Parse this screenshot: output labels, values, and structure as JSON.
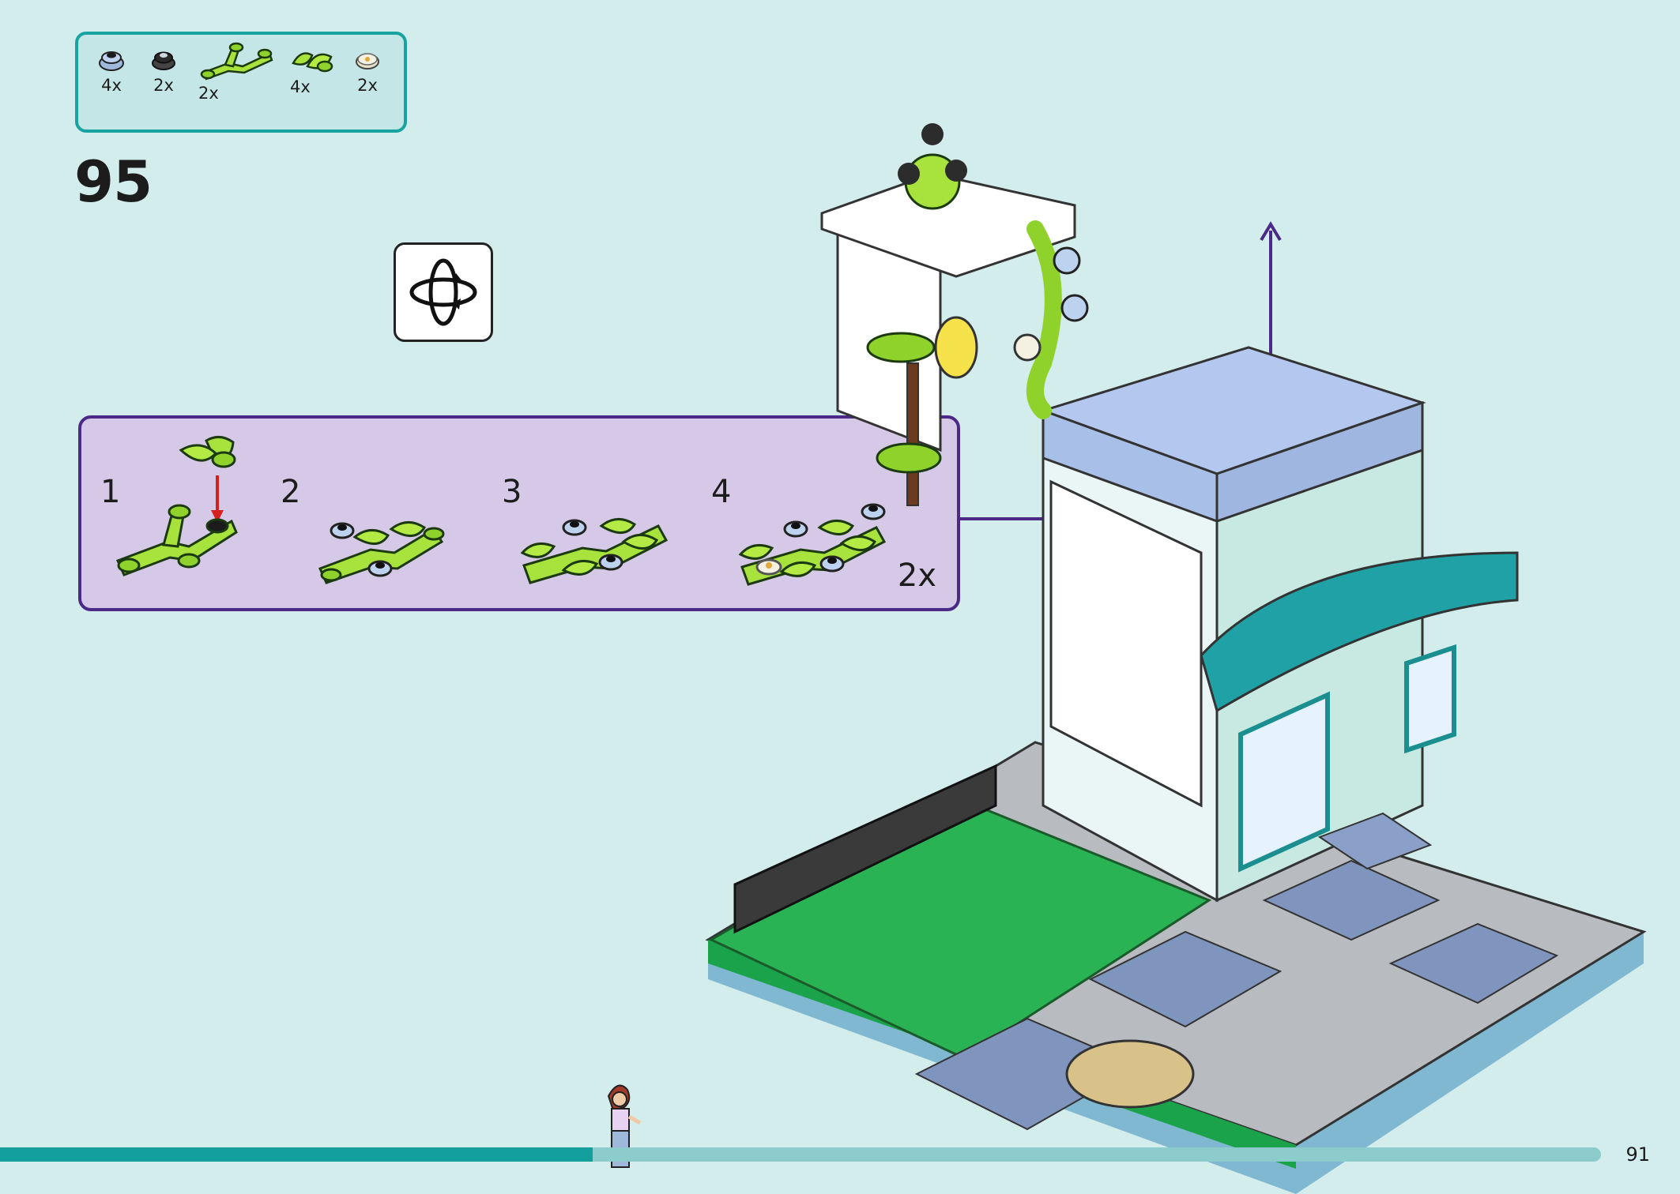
{
  "step": {
    "number": "95"
  },
  "parts": [
    {
      "qty": "4x",
      "icon": "light-blue-round-plate-icon",
      "color": "#9fb9dc"
    },
    {
      "qty": "2x",
      "icon": "black-round-plate-icon",
      "color": "#2c2c2c"
    },
    {
      "qty": "2x",
      "icon": "lime-leaf-branch-icon",
      "color": "#a8e23c"
    },
    {
      "qty": "4x",
      "icon": "lime-leaves-icon",
      "color": "#a8e23c"
    },
    {
      "qty": "2x",
      "icon": "flower-tile-icon",
      "color": "#e8e2c8"
    }
  ],
  "rotate": {
    "icon": "rotate-model-icon"
  },
  "subassembly": {
    "steps": [
      "1",
      "2",
      "3",
      "4"
    ],
    "multiplier": "2x"
  },
  "page": {
    "number": "91"
  },
  "progress": {
    "fraction": 0.37
  },
  "colors": {
    "background": "#d3ecec",
    "parts_border": "#17a3a0",
    "subassembly_border": "#4a2a86",
    "subassembly_fill": "#d6c9e8",
    "progress_fill": "#13a09c",
    "progress_track": "#8ccccd"
  }
}
